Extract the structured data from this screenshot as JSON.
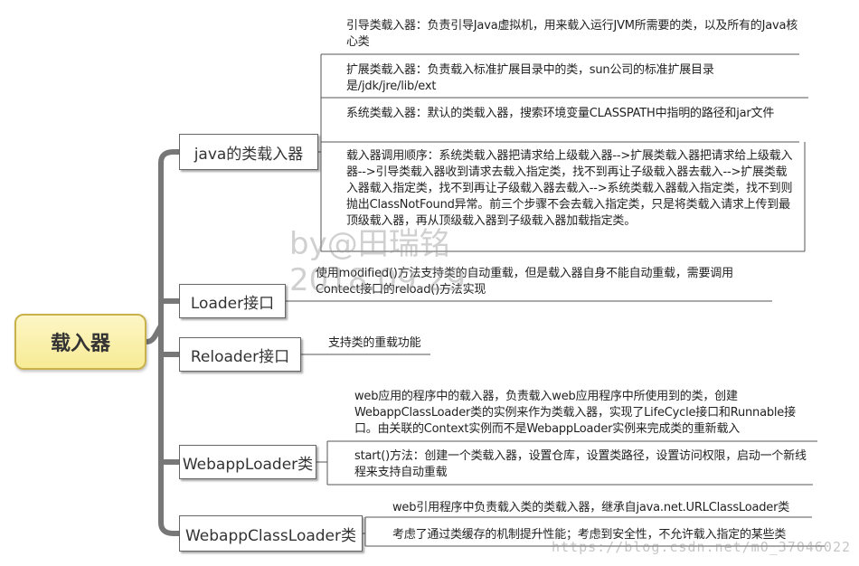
{
  "root": {
    "label": "载入器"
  },
  "branches": [
    {
      "label": "java的类载入器",
      "leaves": [
        "引导类载入器：负责引导Java虚拟机，用来载入运行JVM所需要的类，以及所有的Java核心类",
        "扩展类载入器：负责载入标准扩展目录中的类，sun公司的标准扩展目录是/jdk/jre/lib/ext",
        "系统类载入器：默认的类载入器，搜索环境变量CLASSPATH中指明的路径和jar文件",
        "载入器调用顺序：系统类载入器把请求给上级载入器-->扩展类载入器把请求给上级载入器-->引导类载入器收到请求去载入指定类，找不到再让子级载入器去载入-->扩展类载入器载入指定类，找不到再让子级载入器去载入-->系统类载入器载入指定类，找不到则抛出ClassNotFound异常。前三个步骤不会去载入指定类，只是将类载入请求上传到最顶级载入器，再从顶级载入器到子级载入器加载指定类。"
      ]
    },
    {
      "label": "Loader接口",
      "leaves": [
        "使用modified()方法支持类的自动重载，但是载入器自身不能自动重载，需要调用Contect接口的reload()方法实现"
      ]
    },
    {
      "label": "Reloader接口",
      "leaves": [
        "支持类的重载功能"
      ]
    },
    {
      "label": "WebappLoader类",
      "leaves": [
        "web应用的程序中的载入器，负责载入web应用程序中所使用到的类，创建WebappClassLoader类的实例来作为类载入器，实现了LifeCycle接口和Runnable接口。由关联的Context实例而不是WebappLoader实例来完成类的重新载入",
        "start()方法：创建一个类载入器，设置仓库，设置类路径，设置访问权限，启动一个新线程来支持自动重载"
      ]
    },
    {
      "label": "WebappClassLoader类",
      "leaves": [
        "web引用程序中负责载入类的类载入器，继承自java.net.URLClassLoader类",
        "考虑了通过类缓存的机制提升性能；考虑到安全性，不允许载入指定的某些类"
      ]
    }
  ],
  "watermark": {
    "line1": "by@田瑞铭",
    "line2": "2018.09.29"
  },
  "footer_watermark": "https://blog.csdn.net/m0_37046022",
  "colors": {
    "root_fill": "#f7eb95",
    "root_border": "#c9b14c",
    "line": "#555555",
    "trunk": "#777777"
  }
}
